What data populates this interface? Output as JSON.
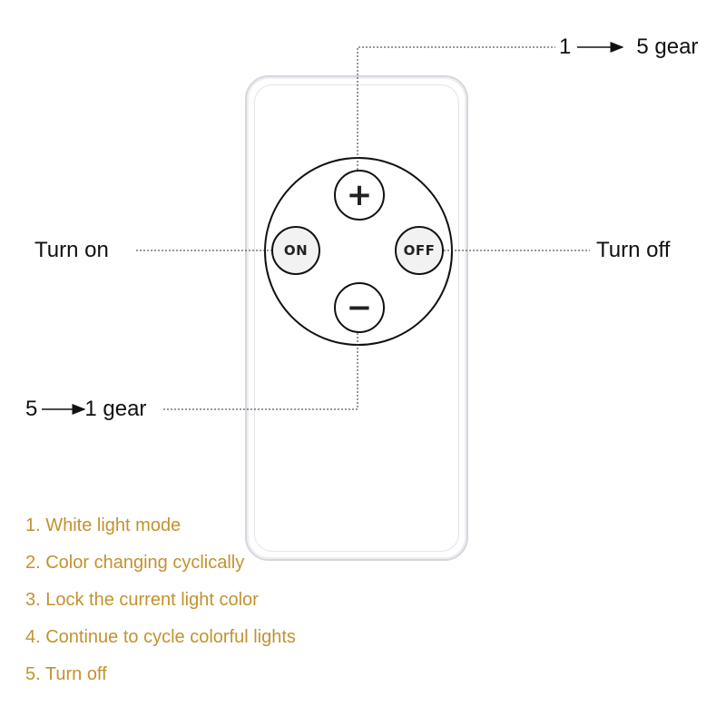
{
  "callouts": {
    "increase": {
      "from": "1",
      "to": "5 gear"
    },
    "decrease": {
      "from": "5",
      "to": "1 gear"
    },
    "turn_on": "Turn on",
    "turn_off": "Turn off"
  },
  "remote": {
    "buttons": {
      "plus": {
        "icon": "plus-icon",
        "symbol": "+"
      },
      "minus": {
        "icon": "minus-icon",
        "symbol": "−"
      },
      "on": {
        "label": "ON"
      },
      "off": {
        "label": "OFF"
      }
    }
  },
  "modes": [
    "1. White light mode",
    "2. Color changing cyclically",
    "3. Lock the current light color",
    "4. Continue to cycle colorful lights",
    "5. Turn off"
  ],
  "colors": {
    "mode_text": "#c2922f",
    "outline": "#111111",
    "remote_border": "#d6d6dc"
  }
}
